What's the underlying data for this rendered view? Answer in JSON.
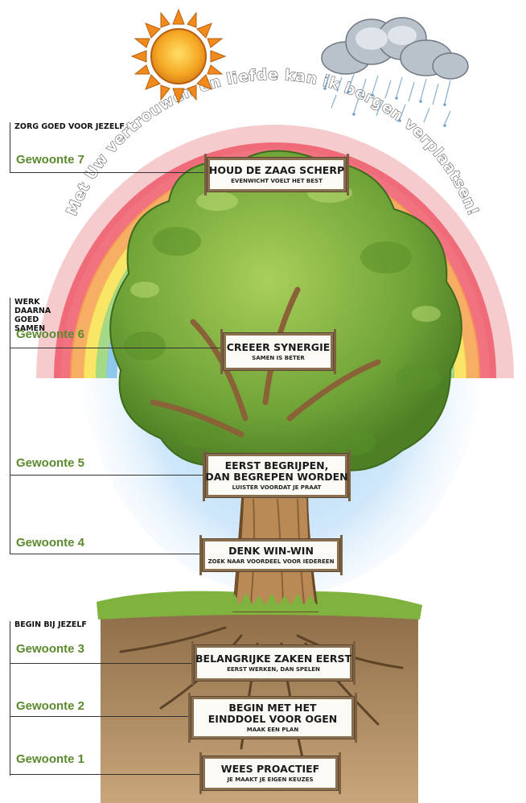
{
  "rainbow_text": "Met Uw vertrouwen en liefde kan ik bergen verplaatsen!",
  "icons": {
    "sun": "sun-icon",
    "rain": "rain-cloud-icon"
  },
  "colors": {
    "habit_green": "#5b8a2e",
    "sign_bg": "#fbfaf5",
    "wood": "#8a7050"
  },
  "sections": [
    {
      "id": "self-care",
      "label": "ZORG GOED VOOR JEZELF"
    },
    {
      "id": "together",
      "label": "WERK DAARNA GOED SAMEN"
    },
    {
      "id": "begin",
      "label": "BEGIN BIJ JEZELF"
    }
  ],
  "habits": [
    {
      "label": "Gewoonte 7",
      "title": "HOUD DE ZAAG SCHERP",
      "subtitle": "EVENWICHT VOELT HET BEST"
    },
    {
      "label": "Gewoonte 6",
      "title": "CREEER SYNERGIE",
      "subtitle": "SAMEN IS BETER"
    },
    {
      "label": "Gewoonte 5",
      "title": "EERST BEGRIJPEN,",
      "title2": "DAN BEGREPEN WORDEN",
      "subtitle": "LUISTER VOORDAT JE PRAAT"
    },
    {
      "label": "Gewoonte 4",
      "title": "DENK WIN-WIN",
      "subtitle": "ZOEK NAAR VOORDEEL VOOR IEDEREEN"
    },
    {
      "label": "Gewoonte 3",
      "title": "BELANGRIJKE ZAKEN EERST",
      "subtitle": "EERST WERKEN, DAN SPELEN"
    },
    {
      "label": "Gewoonte 2",
      "title": "BEGIN MET HET",
      "title2": "EINDDOEL VOOR OGEN",
      "subtitle": "MAAK EEN PLAN"
    },
    {
      "label": "Gewoonte 1",
      "title": "WEES PROACTIEF",
      "subtitle": "JE MAAKT JE EIGEN KEUZES"
    }
  ]
}
